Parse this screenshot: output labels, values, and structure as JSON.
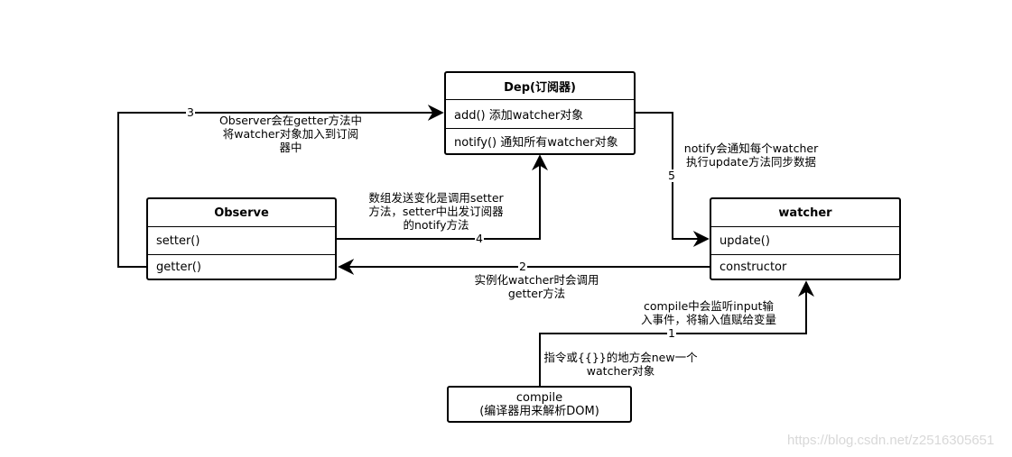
{
  "boxes": {
    "dep": {
      "title": "Dep(订阅器)",
      "rows": [
        "add()  添加watcher对象",
        "notify() 通知所有watcher对象"
      ]
    },
    "observe": {
      "title": "Observe",
      "rows": [
        "setter()",
        "getter()"
      ]
    },
    "watcher": {
      "title": "watcher",
      "rows": [
        "update()",
        "constructor"
      ]
    },
    "compile": {
      "line1": "compile",
      "line2": "(编译器用来解析DOM)"
    }
  },
  "edges": {
    "e1": {
      "number": "1",
      "label_above": "compile中会监听input输\n入事件，将输入值赋给变量",
      "label_below": "指令或{{}}的地方会new一个\nwatcher对象"
    },
    "e2": {
      "number": "2",
      "label": "实例化watcher时会调用\ngetter方法"
    },
    "e3": {
      "number": "3",
      "label": "Observer会在getter方法中\n将watcher对象加入到订阅\n器中"
    },
    "e4": {
      "number": "4",
      "label": "数组发送变化是调用setter\n方法，setter中出发订阅器\n的notify方法"
    },
    "e5": {
      "number": "5",
      "label": "notify会通知每个watcher\n执行update方法同步数据"
    }
  },
  "watermark": "https://blog.csdn.net/z2516305651"
}
